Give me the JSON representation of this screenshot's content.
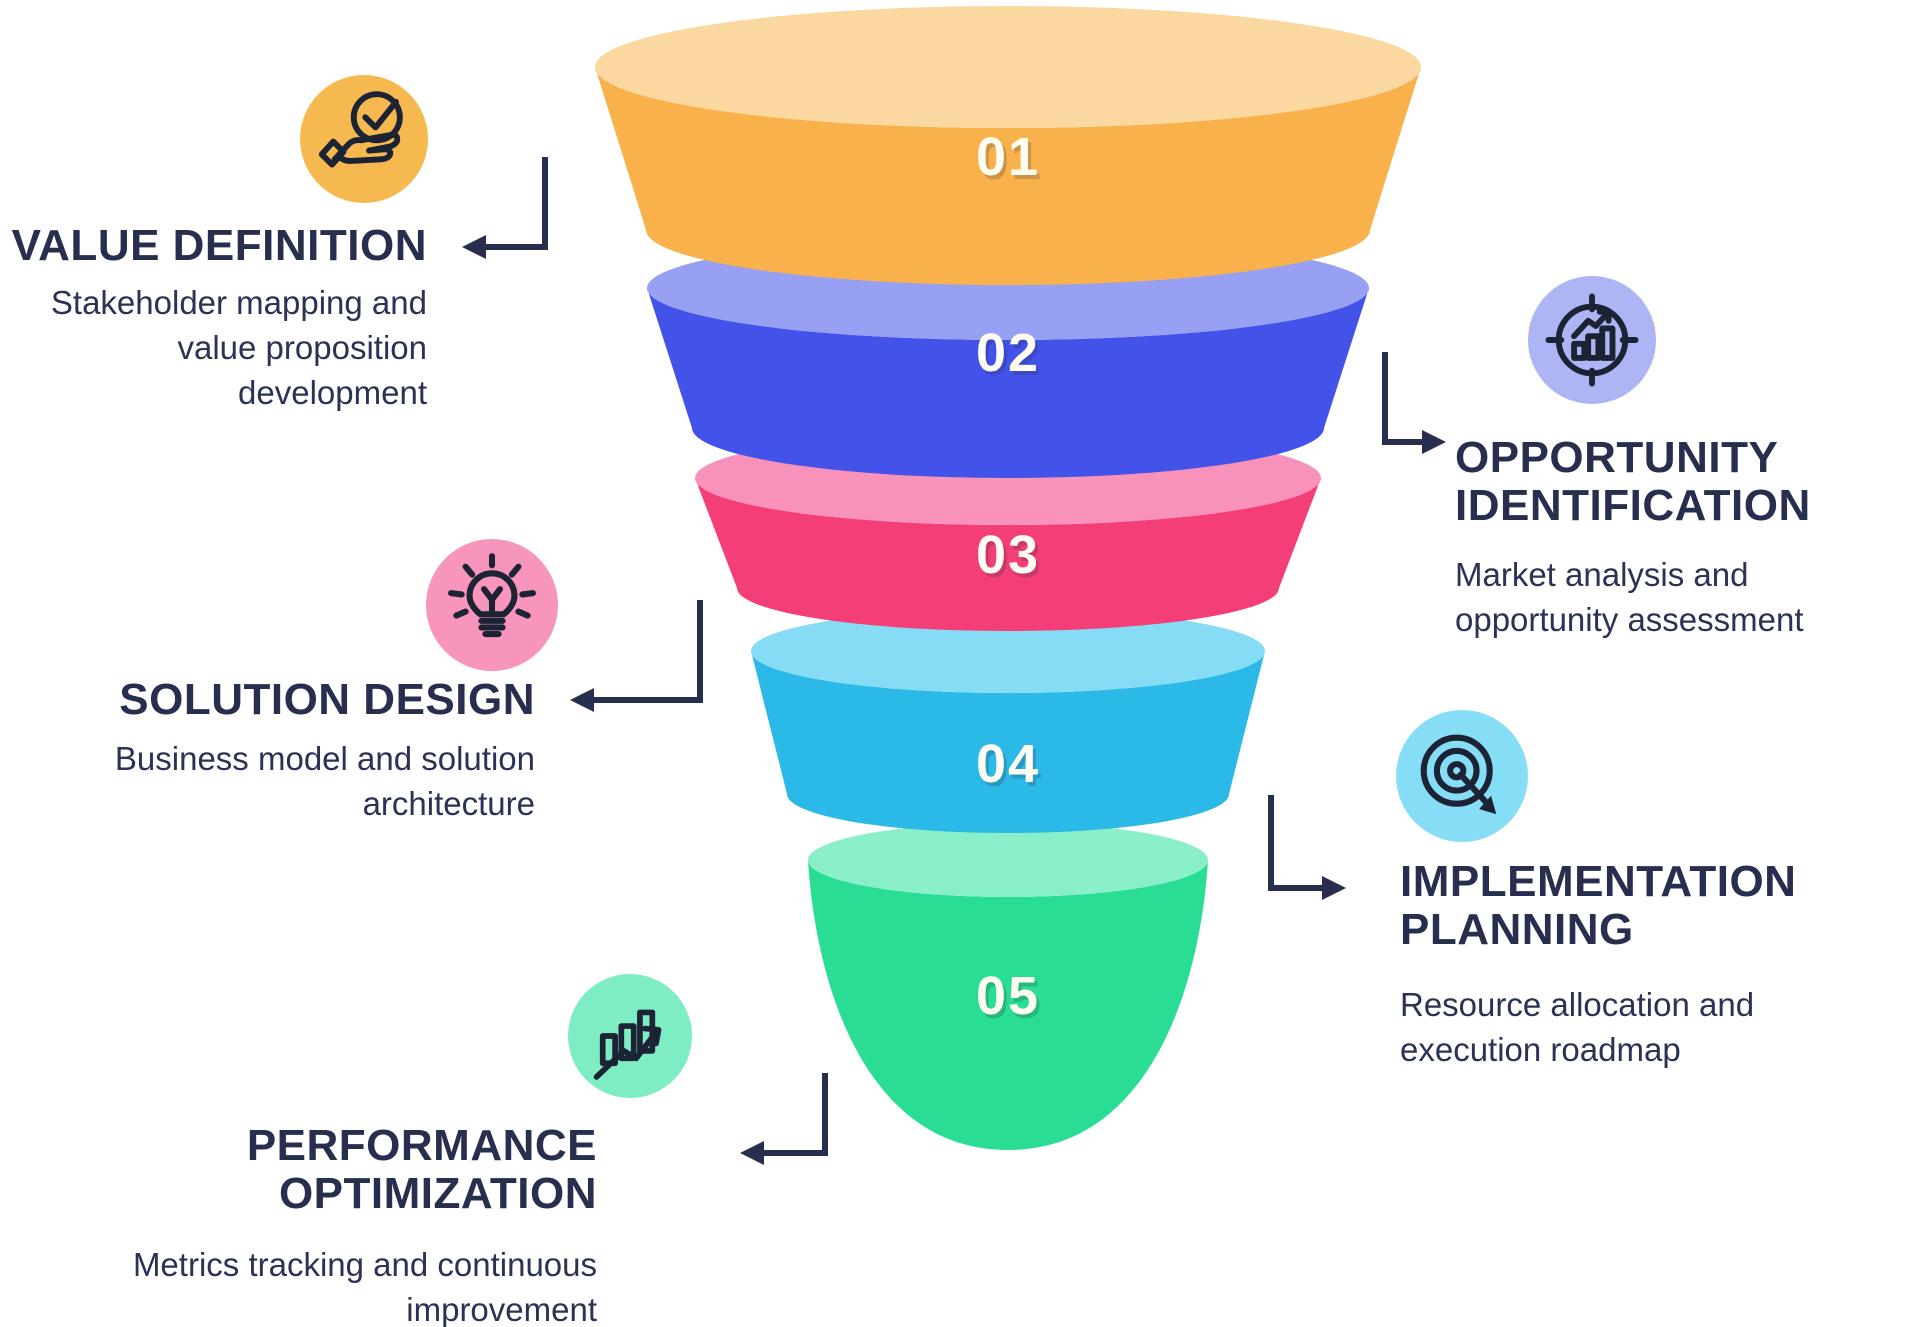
{
  "diagram_type": "funnel",
  "colors": {
    "background": "#FFFFFF",
    "text_navy": "#272E4E",
    "connector": "#272E4E",
    "number_text": "#FFFDF2"
  },
  "stages": [
    {
      "number": "01",
      "title": "VALUE DEFINITION",
      "description": "Stakeholder mapping and\nvalue proposition\ndevelopment",
      "body_color": "#F9B24B",
      "rim_color": "#FBD8A0",
      "icon": "hand-check-icon",
      "icon_bg": "#F6B94F",
      "side": "left"
    },
    {
      "number": "02",
      "title": "OPPORTUNITY\nIDENTIFICATION",
      "description": "Market analysis and\nopportunity assessment",
      "body_color": "#4353E9",
      "rim_color": "#97A0F2",
      "icon": "growth-target-icon",
      "icon_bg": "#AEB5F5",
      "side": "right"
    },
    {
      "number": "03",
      "title": "SOLUTION DESIGN",
      "description": "Business model and solution\narchitecture",
      "body_color": "#F43E78",
      "rim_color": "#F992BB",
      "icon": "lightbulb-icon",
      "icon_bg": "#F795BC",
      "side": "left"
    },
    {
      "number": "04",
      "title": "IMPLEMENTATION\nPLANNING",
      "description": "Resource allocation and\nexecution roadmap",
      "body_color": "#2BB9E8",
      "rim_color": "#85DCF4",
      "icon": "target-arrow-icon",
      "icon_bg": "#85DDF6",
      "side": "right"
    },
    {
      "number": "05",
      "title": "PERFORMANCE\nOPTIMIZATION",
      "description": "Metrics tracking and continuous\nimprovement",
      "body_color": "#29DE94",
      "rim_color": "#88EFC8",
      "icon": "chart-growth-icon",
      "icon_bg": "#7FEDC3",
      "side": "left"
    }
  ]
}
